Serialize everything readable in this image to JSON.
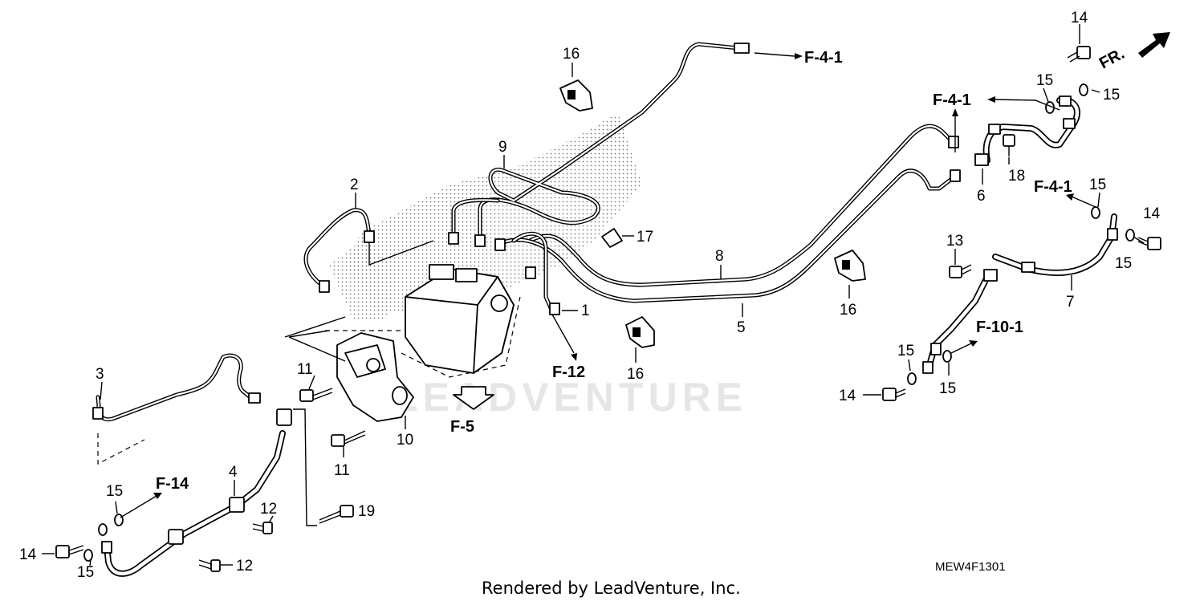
{
  "callouts": {
    "c1": "1",
    "c2": "2",
    "c3": "3",
    "c4": "4",
    "c5": "5",
    "c6": "6",
    "c7": "7",
    "c8": "8",
    "c9": "9",
    "c10": "10",
    "c11a": "11",
    "c11b": "11",
    "c12a": "12",
    "c12b": "12",
    "c13": "13",
    "c14a": "14",
    "c14b": "14",
    "c14c": "14",
    "c14d": "14",
    "c15a": "15",
    "c15b": "15",
    "c15c": "15",
    "c15d": "15",
    "c15e": "15",
    "c15f": "15",
    "c15g": "15",
    "c15h": "15",
    "c16a": "16",
    "c16b": "16",
    "c16c": "16",
    "c17": "17",
    "c18": "18",
    "c19": "19"
  },
  "references": {
    "f41_top": "F-4-1",
    "f41_mid": "F-4-1",
    "f41_right": "F-4-1",
    "f12": "F-12",
    "f5": "F-5",
    "f14": "F-14",
    "f101": "F-10-1",
    "fr": "FR."
  },
  "watermark": "LEADVENTURE",
  "diagram_code": "MEW4F1301",
  "credit": "Rendered by LeadVenture, Inc."
}
